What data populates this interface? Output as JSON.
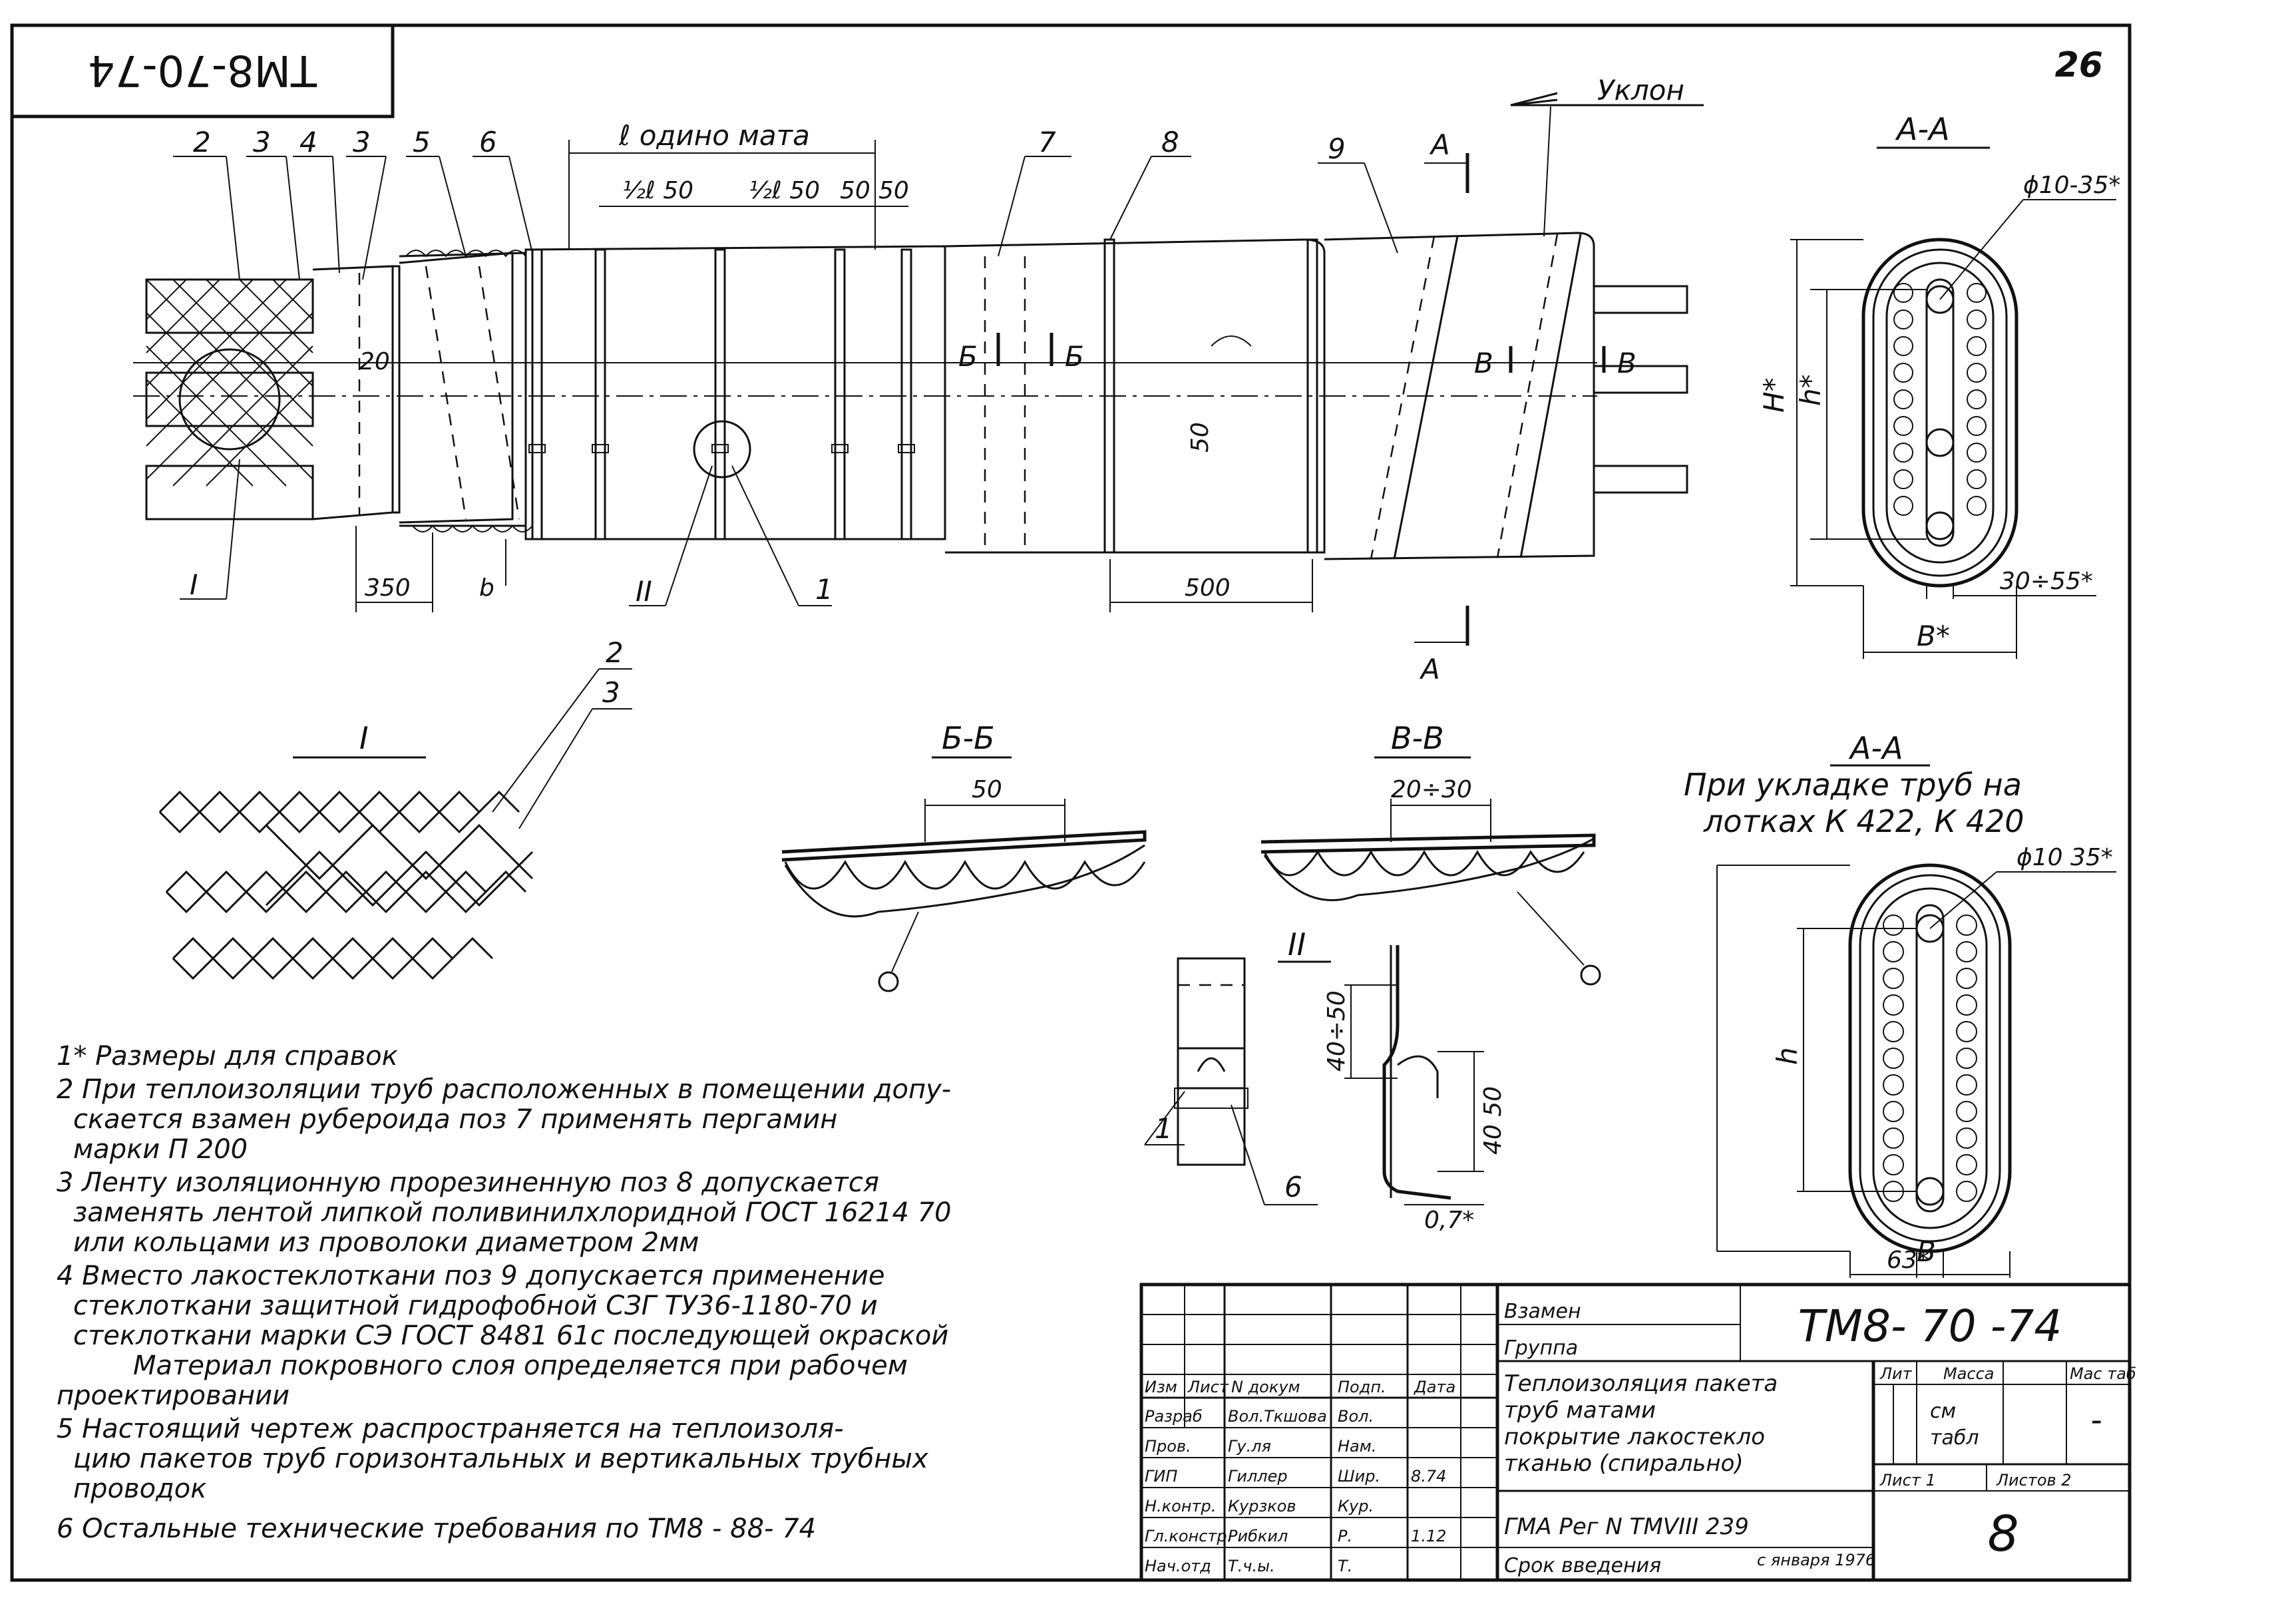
{
  "sheet": {
    "page_number": "26",
    "code_stamp_top": "ТМ8-70-74"
  },
  "main_view": {
    "callouts": [
      "2",
      "3",
      "4",
      "3",
      "5",
      "6",
      "7",
      "8",
      "9"
    ],
    "leader_1": "1",
    "detail_I": "I",
    "detail_II": "II",
    "dim_length_label": "ℓ одино мата",
    "dim_half_l_50": "½ℓ 50",
    "dim_half_l_50b": "½ℓ 50",
    "dim_50a": "50",
    "dim_50b": "50",
    "dim_20": "20",
    "dim_350": "350",
    "dim_b": "b",
    "dim_50_vert": "50",
    "dim_500": "500",
    "slope_label": "Уклон",
    "cut_A_top": "А",
    "cut_A_bottom": "А",
    "cut_B_left": "Б",
    "cut_B_right": "Б",
    "cut_V_left": "В",
    "cut_V_right": "В"
  },
  "section_AA": {
    "title": "А-А",
    "wire_dim": "ϕ10-35*",
    "H": "H*",
    "h": "h*",
    "dim_30_55": "30÷55*",
    "B": "B*"
  },
  "detail_I": {
    "title": "I",
    "labels": [
      "2",
      "3"
    ]
  },
  "section_BB": {
    "title": "Б-Б",
    "dim": "50"
  },
  "section_VV": {
    "title": "В-В",
    "dim": "20÷30"
  },
  "section_AA2": {
    "title": "А-А",
    "subtitle_line1": "При укладке труб на",
    "subtitle_line2": "лотках  К 422, К 420",
    "wire_dim": "ϕ10 35*",
    "h": "h",
    "dim_63": "63*",
    "B": "B"
  },
  "detail_II": {
    "title": "II",
    "label_1": "1",
    "label_6": "6",
    "dim_40_50a": "40÷50",
    "dim_40_50b": "40 50",
    "dim_07": "0,7*"
  },
  "notes": [
    "1* Размеры для справок",
    "2 При теплоизоляции труб расположенных в помещении допу-",
    "скается взамен рубероида поз 7 применять пергамин",
    "марки  П 200",
    "3 Ленту изоляционную прорезиненную поз 8 допускается",
    "заменять лентой липкой поливинилхлоридной ГОСТ 16214 70",
    "или кольцами из проволоки диаметром 2мм",
    "4 Вместо лакостеклоткани поз 9 допускается применение",
    "стеклоткани защитной гидрофобной СЗГ ТУ36-1180-70  и",
    "стеклоткани марки СЭ ГОСТ 8481 61с последующей окраской",
    "Материал покровного слоя определяется при рабочем",
    "проектировании",
    "5  Настоящий чертеж распространяется на теплоизоля-",
    "цию пакетов труб горизонтальных и вертикальных трубных",
    "проводок",
    "6  Остальные технические требования по ТМ8 - 88- 74"
  ],
  "title_block": {
    "vzamen": "Взамен",
    "gruppa": "Группа",
    "code": "ТМ8- 70 -74",
    "title_lines": [
      "Теплоизоляция пакета",
      "труб матами",
      "покрытие лакостекло",
      "тканью (спирально)"
    ],
    "col_lit": "Лит",
    "col_massa": "Масса",
    "col_masshtab": "Мас таб",
    "massa_value_1": "см",
    "massa_value_2": "табл",
    "masshtab_value": "-",
    "list_label": "Лист 1",
    "listov_label": "Листов 2",
    "gma_line": "ГМА Рег N ТМVIII 239",
    "srok_line": "Срок введения",
    "srok_date": "с января 1976",
    "sheet_number": "8",
    "header_cols": [
      "Изм",
      "Лист",
      "N докум",
      "Подп.",
      "Дата"
    ],
    "rows": [
      {
        "role": "Разраб",
        "name": "Вол.Ткшова",
        "sign": "Вол.",
        "date": ""
      },
      {
        "role": "Пров.",
        "name": "Гу.ля",
        "sign": "Нам.",
        "date": ""
      },
      {
        "role": "ГИП",
        "name": "Гиллер",
        "sign": "Шир.",
        "date": "8.74"
      },
      {
        "role": "Н.контр.",
        "name": "Курзков",
        "sign": "Кур.",
        "date": ""
      },
      {
        "role": "Гл.констр.",
        "name": "Рибкил",
        "sign": "Р.",
        "date": "1.12"
      },
      {
        "role": "Нач.отд",
        "name": "Т.ч.ы.",
        "sign": "Т.",
        "date": ""
      }
    ]
  }
}
